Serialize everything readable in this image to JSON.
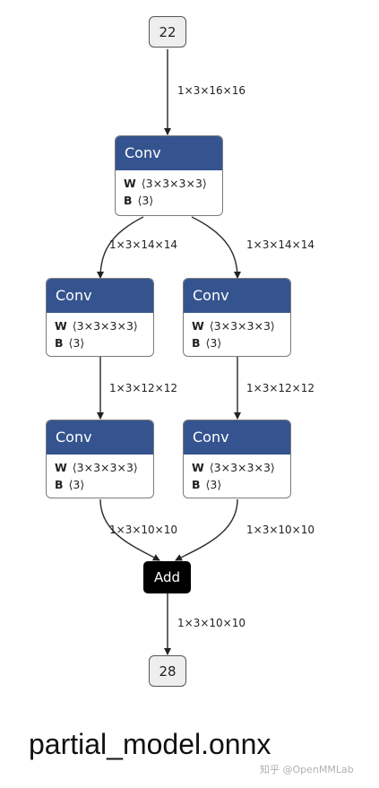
{
  "graph": {
    "input_node": "22",
    "output_node": "28",
    "conv_nodes": [
      {
        "op": "Conv",
        "w_label": "W",
        "w_value": "⟨3×3×3×3⟩",
        "b_label": "B",
        "b_value": "⟨3⟩"
      },
      {
        "op": "Conv",
        "w_label": "W",
        "w_value": "⟨3×3×3×3⟩",
        "b_label": "B",
        "b_value": "⟨3⟩"
      },
      {
        "op": "Conv",
        "w_label": "W",
        "w_value": "⟨3×3×3×3⟩",
        "b_label": "B",
        "b_value": "⟨3⟩"
      },
      {
        "op": "Conv",
        "w_label": "W",
        "w_value": "⟨3×3×3×3⟩",
        "b_label": "B",
        "b_value": "⟨3⟩"
      },
      {
        "op": "Conv",
        "w_label": "W",
        "w_value": "⟨3×3×3×3⟩",
        "b_label": "B",
        "b_value": "⟨3⟩"
      }
    ],
    "add_node": "Add",
    "edge_labels": {
      "input_to_conv0": "1×3×16×16",
      "conv0_to_left": "1×3×14×14",
      "conv0_to_right": "1×3×14×14",
      "left_mid": "1×3×12×12",
      "right_mid": "1×3×12×12",
      "left_to_add": "1×3×10×10",
      "right_to_add": "1×3×10×10",
      "add_to_output": "1×3×10×10"
    }
  },
  "caption": "partial_model.onnx",
  "watermark": "知乎 @OpenMMLab",
  "colors": {
    "conv_header": "#35548f",
    "add_node": "#000000",
    "io_node": "#eeeeee"
  }
}
